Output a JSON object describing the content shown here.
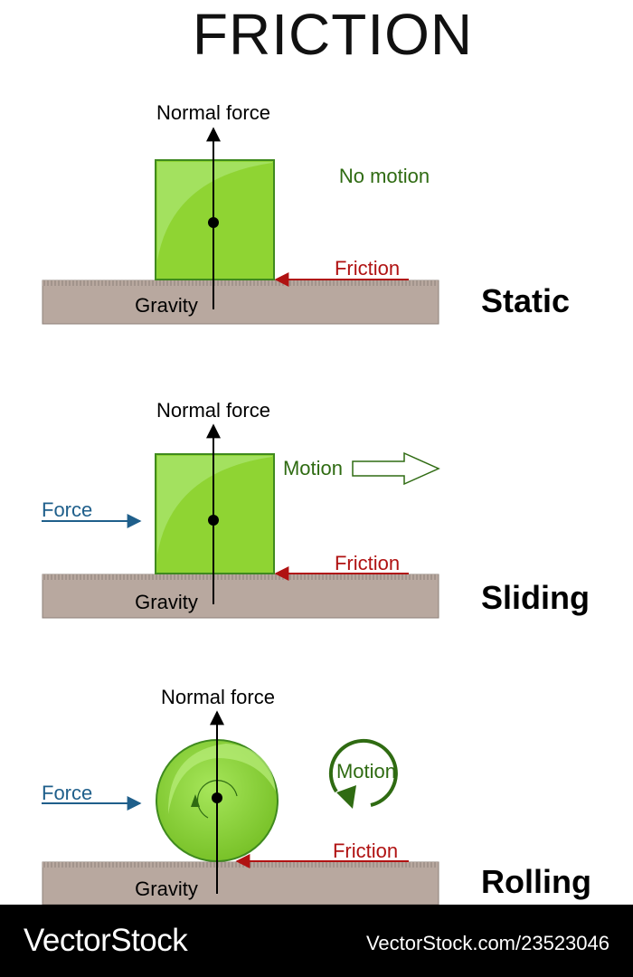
{
  "title": "FRICTION",
  "colors": {
    "block_fill": "#8fd433",
    "block_stroke": "#3f8a1e",
    "surface": "#b8a89f",
    "surface_texture": "#8d8079",
    "motion_label": "#2f6b12",
    "friction_label": "#b01212",
    "force_label": "#1f5f8b",
    "banner_bg": "#000000"
  },
  "panels": [
    {
      "id": "static",
      "label": "Static",
      "body": "block",
      "normal_force": "Normal force",
      "gravity": "Gravity",
      "friction": "Friction",
      "motion": "No motion"
    },
    {
      "id": "sliding",
      "label": "Sliding",
      "body": "block",
      "normal_force": "Normal force",
      "gravity": "Gravity",
      "friction": "Friction",
      "motion": "Motion",
      "force": "Force"
    },
    {
      "id": "rolling",
      "label": "Rolling",
      "body": "wheel",
      "normal_force": "Normal force",
      "gravity": "Gravity",
      "friction": "Friction",
      "motion": "Motion",
      "force": "Force"
    }
  ],
  "watermark": {
    "brand": "VectorStock",
    "url": "VectorStock.com/23523046"
  }
}
